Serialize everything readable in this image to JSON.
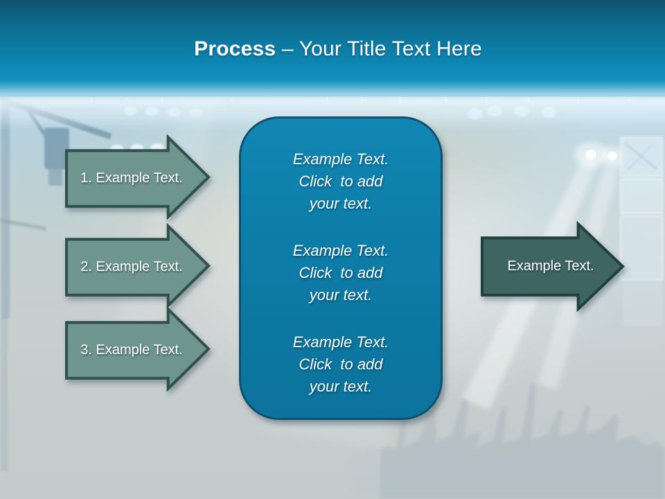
{
  "slide": {
    "title": {
      "bold": "Process",
      "rest": " – Your Title Text Here"
    },
    "left_arrows": [
      {
        "label": "1. Example Text."
      },
      {
        "label": "2. Example Text."
      },
      {
        "label": "3. Example Text."
      }
    ],
    "center_panel": {
      "blocks": [
        "Example Text.\nClick  to add\nyour text.",
        "Example Text.\nClick  to add\nyour text.",
        "Example Text.\nClick  to add\nyour text."
      ]
    },
    "right_arrow": {
      "label": "Example Text."
    },
    "colors": {
      "header_top": "#11536f",
      "header_bottom": "#3ba4cb",
      "panel_fill": "#0d7ea9",
      "panel_border": "#0f516d",
      "left_arrow_fill": "#6e968f",
      "left_arrow_border": "#30504d",
      "right_arrow_fill": "#3e6561",
      "right_arrow_border": "#21403d",
      "text_color": "#ffffff"
    }
  }
}
